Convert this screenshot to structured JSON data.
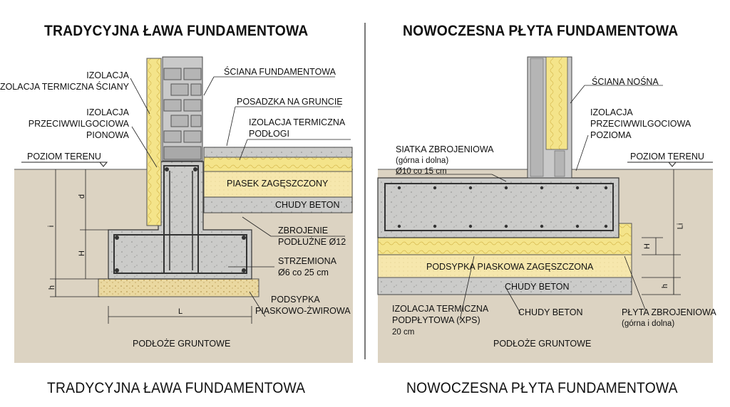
{
  "left": {
    "title_top": "TRADYCYJNA ŁAWA FUNDAMENTOWA",
    "title_bottom": "TRADYCYJNA ŁAWA FUNDAMENTOWA",
    "labels": {
      "izolacja": "IZOLACJA",
      "izolacja_termiczna_sciany": "IZOLACJA TERMICZNA ŚCIANY",
      "izolacja_pionowa_1": "IZOLACJA",
      "izolacja_pionowa_2": "PRZECIWWILGOCIOWA",
      "izolacja_pionowa_3": "PIONOWA",
      "poziom_terenu": "POZIOM TERENU",
      "sciana_fundamentowa": "ŚCIANA FUNDAMENTOWA",
      "posadzka": "POSADZKA NA GRUNCIE",
      "izolacja_podlogi_1": "IZOLACJA TERMICZNA",
      "izolacja_podlogi_2": "PODŁOGI",
      "piasek": "PIASEK ZAGĘSZCZONY",
      "chudy_beton": "CHUDY BETON",
      "zbrojenie_1": "ZBROJENIE",
      "zbrojenie_2": "PODŁUŻNE Ø12",
      "strzemiona_1": "STRZEMIONA",
      "strzemiona_2": "Ø6 co 25 cm",
      "podsypka_1": "PODSYPKA",
      "podsypka_2": "PIASKOWO-ŻWIROWA",
      "podloze": "PODŁOŻE GRUNTOWE"
    },
    "dims": {
      "d": "d",
      "i": "i",
      "H": "H",
      "h": "h",
      "L": "L"
    }
  },
  "right": {
    "title_top": "NOWOCZESNA PŁYTA FUNDAMENTOWA",
    "title_bottom": "NOWOCZESNA PŁYTA FUNDAMENTOWA",
    "labels": {
      "sciana_nosna": "ŚCIANA NOŚNA",
      "izolacja_poz_1": "IZOLACJA",
      "izolacja_poz_2": "PRZECIWWILGOCIOWA",
      "izolacja_poz_3": "POZIOMA",
      "poziom_terenu": "POZIOM TERENU",
      "siatka_1": "SIATKA ZBROJENIOWA",
      "siatka_2": "(górna i dolna)",
      "siatka_3": "Ø10 co 15 cm",
      "podsypka": "PODSYPKA PIASKOWA ZAGĘSZCZONA",
      "chudy_beton_box": "CHUDY BETON",
      "chudy_beton": "CHUDY BETON",
      "xps_1": "IZOLACJA TERMICZNA",
      "xps_2": "PODPŁYTOWA (XPS)",
      "xps_3": "20 cm",
      "plyta_1": "PŁYTA ZBROJENIOWA",
      "plyta_2": "(górna i dolna)",
      "podloze": "PODŁOŻE GRUNTOWE"
    },
    "dims": {
      "li": "Li",
      "H": "H",
      "h": "h"
    }
  },
  "colors": {
    "soil": "#dcd3c2",
    "concrete": "#c9c9c7",
    "insulation": "#f4e48a",
    "sand": "#f6e6a8",
    "gravel": "#ead79a",
    "brick": "#b5b5b5"
  }
}
